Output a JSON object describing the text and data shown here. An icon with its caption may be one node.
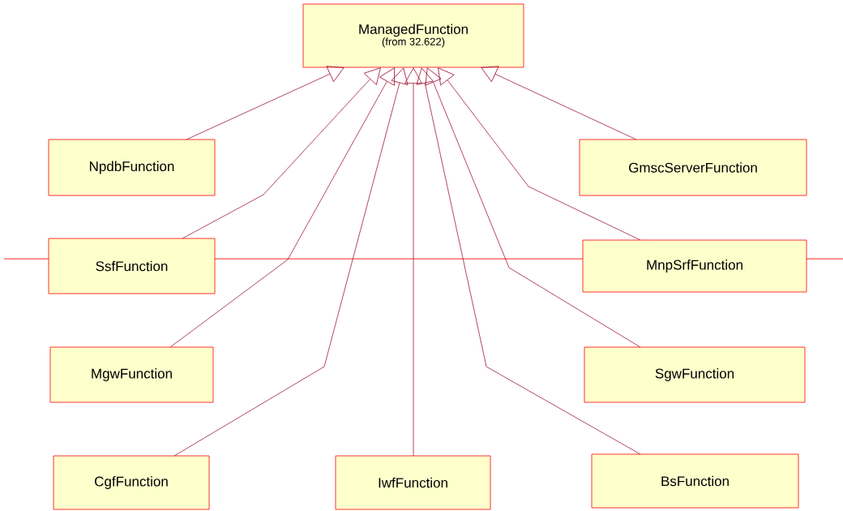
{
  "diagram": {
    "nodes": [
      {
        "text": [
          "ManagedFunction",
          "(from 32.622)"
        ]
      },
      {
        "text": [
          "NpdbFunction"
        ]
      },
      {
        "text": [
          "GmscServerFunction"
        ]
      },
      {
        "text": [
          "SsfFunction"
        ]
      },
      {
        "text": [
          "MnpSrfFunction"
        ]
      },
      {
        "text": [
          "MgwFunction"
        ]
      },
      {
        "text": [
          "SgwFunction"
        ]
      },
      {
        "text": [
          "CgfFunction"
        ]
      },
      {
        "text": [
          "IwfFunction"
        ]
      },
      {
        "text": [
          "BsFunction"
        ]
      }
    ],
    "edges": [
      {
        "from": 1,
        "to": 0,
        "arrow": "to"
      },
      {
        "from": 2,
        "to": 0,
        "arrow": "to"
      },
      {
        "from": 3,
        "to": 0,
        "arrow": "to"
      },
      {
        "from": 4,
        "to": 0,
        "arrow": "to"
      },
      {
        "from": 5,
        "to": 0,
        "arrow": "to"
      },
      {
        "from": 6,
        "to": 0,
        "arrow": "to"
      },
      {
        "from": 7,
        "to": 0,
        "arrow": "to"
      },
      {
        "from": 8,
        "to": 0,
        "arrow": "to"
      },
      {
        "from": 9,
        "to": 0,
        "arrow": "to"
      }
    ]
  }
}
